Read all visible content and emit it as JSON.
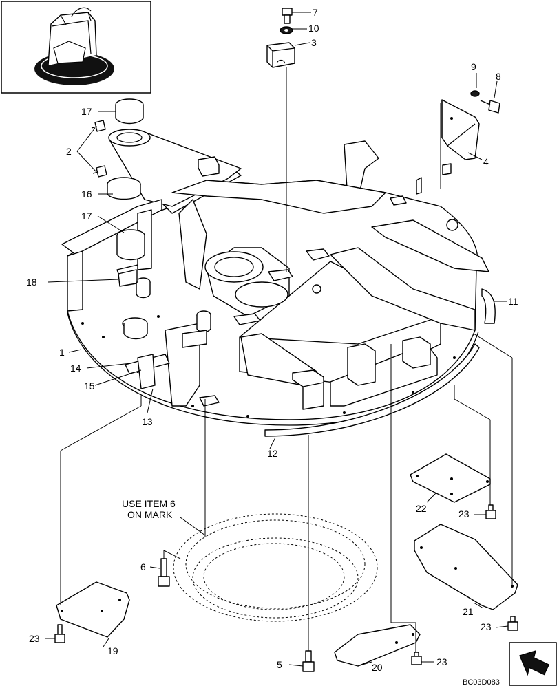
{
  "figure_code": "BC03D083",
  "note": {
    "line1": "USE ITEM 6",
    "line2": "ON MARK"
  },
  "callouts": {
    "c1": "1",
    "c2": "2",
    "c3": "3",
    "c4": "4",
    "c5": "5",
    "c6": "6",
    "c7": "7",
    "c8": "8",
    "c9": "9",
    "c10": "10",
    "c11": "11",
    "c12": "12",
    "c13": "13",
    "c14": "14",
    "c15": "15",
    "c16": "16",
    "c17a": "17",
    "c17b": "17",
    "c18": "18",
    "c19": "19",
    "c20": "20",
    "c21": "21",
    "c22": "22",
    "c23a": "23",
    "c23b": "23",
    "c23c": "23",
    "c23d": "23"
  },
  "icons": {
    "thumbnail": "excavator-thumbnail-icon",
    "navigation": "page-turn-arrow-icon"
  }
}
